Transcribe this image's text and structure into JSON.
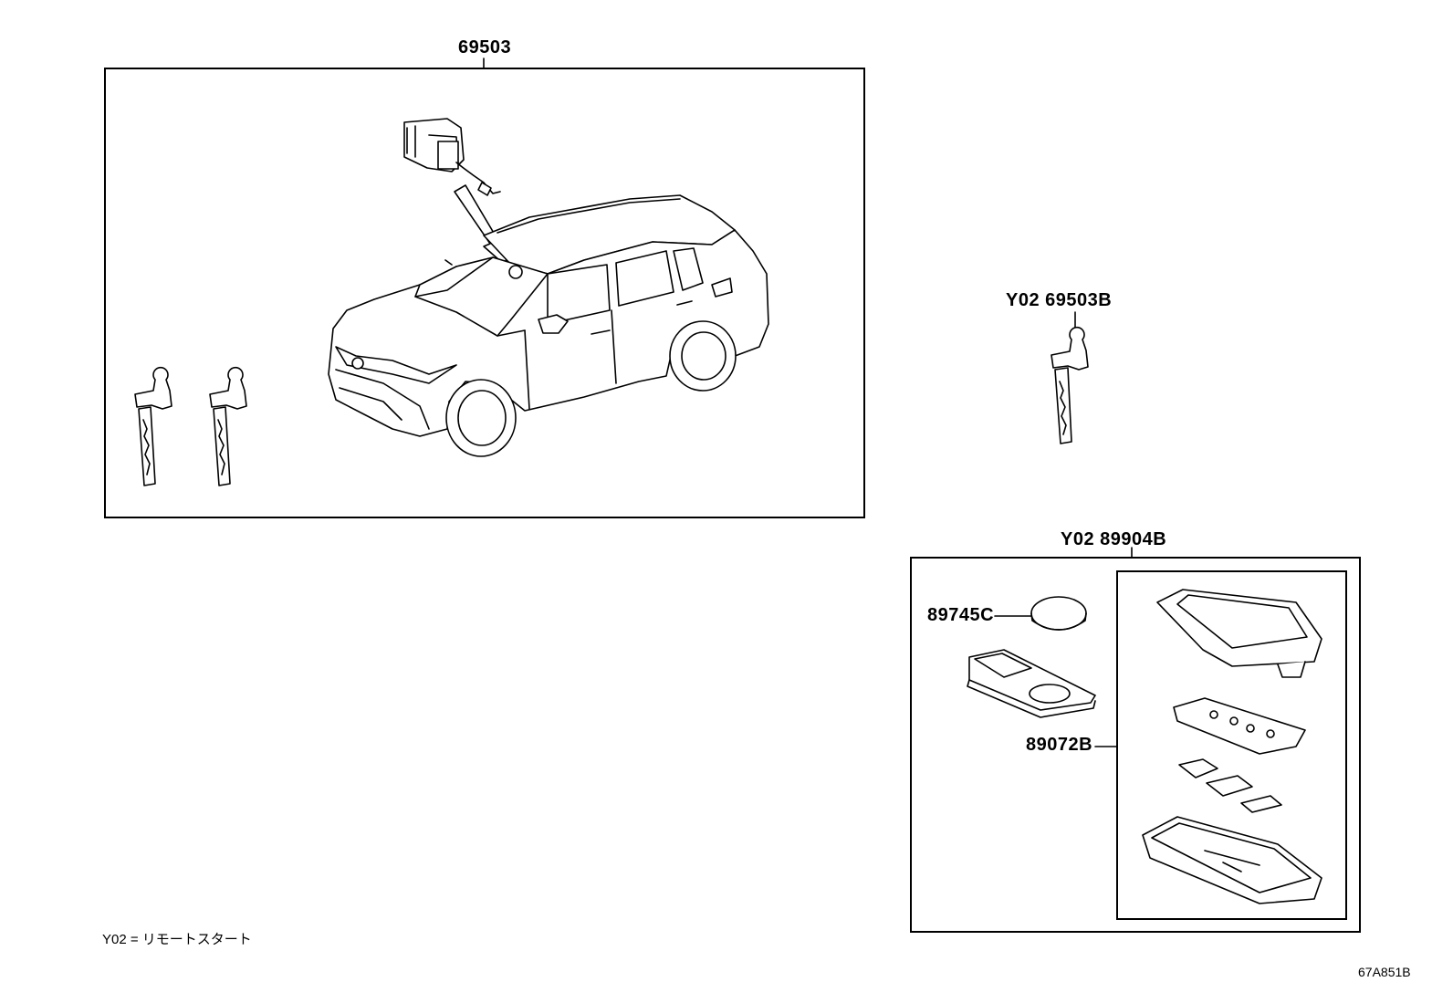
{
  "callouts": {
    "kit_main": "69503",
    "key_single": "Y02 69503B",
    "fob_kit": "Y02 89904B",
    "battery": "89745C",
    "transmitter_housing": "89072B"
  },
  "footnote": "Y02 = リモートスタート",
  "illustration_code": "67A851B"
}
